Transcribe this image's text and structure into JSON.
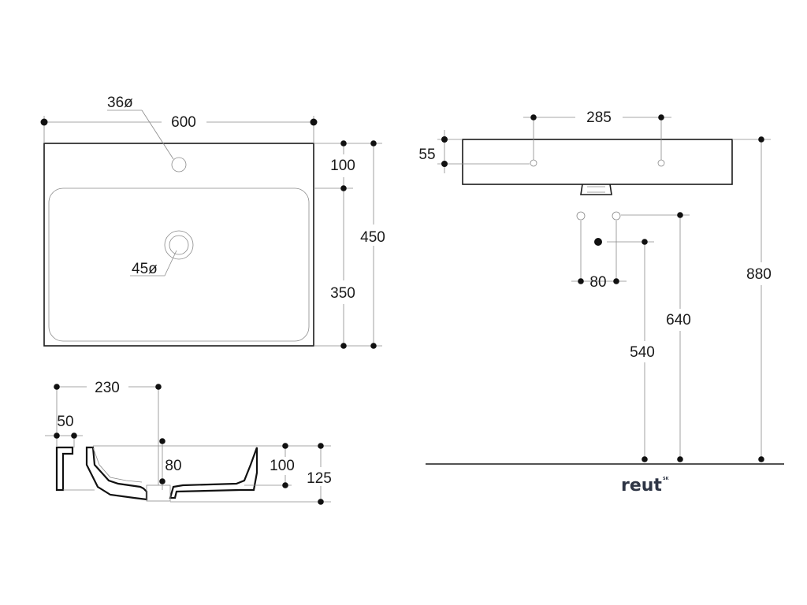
{
  "top_view": {
    "width": "600",
    "depth": "450",
    "rim": "100",
    "bowl": "350",
    "tap_hole": "36ø",
    "drain": "45ø"
  },
  "section_view": {
    "depth_230": "230",
    "offset_50": "50",
    "drain_80": "80",
    "height_100": "100",
    "height_125": "125"
  },
  "front_view": {
    "spacing_285": "285",
    "height_55": "55",
    "spacing_80": "80",
    "height_880": "880",
    "height_640": "640",
    "height_540": "540"
  },
  "logo": {
    "brand": "reut",
    "superscript": "SK"
  },
  "colors": {
    "line": "#1a1a1a",
    "logo": "#2e3545"
  }
}
